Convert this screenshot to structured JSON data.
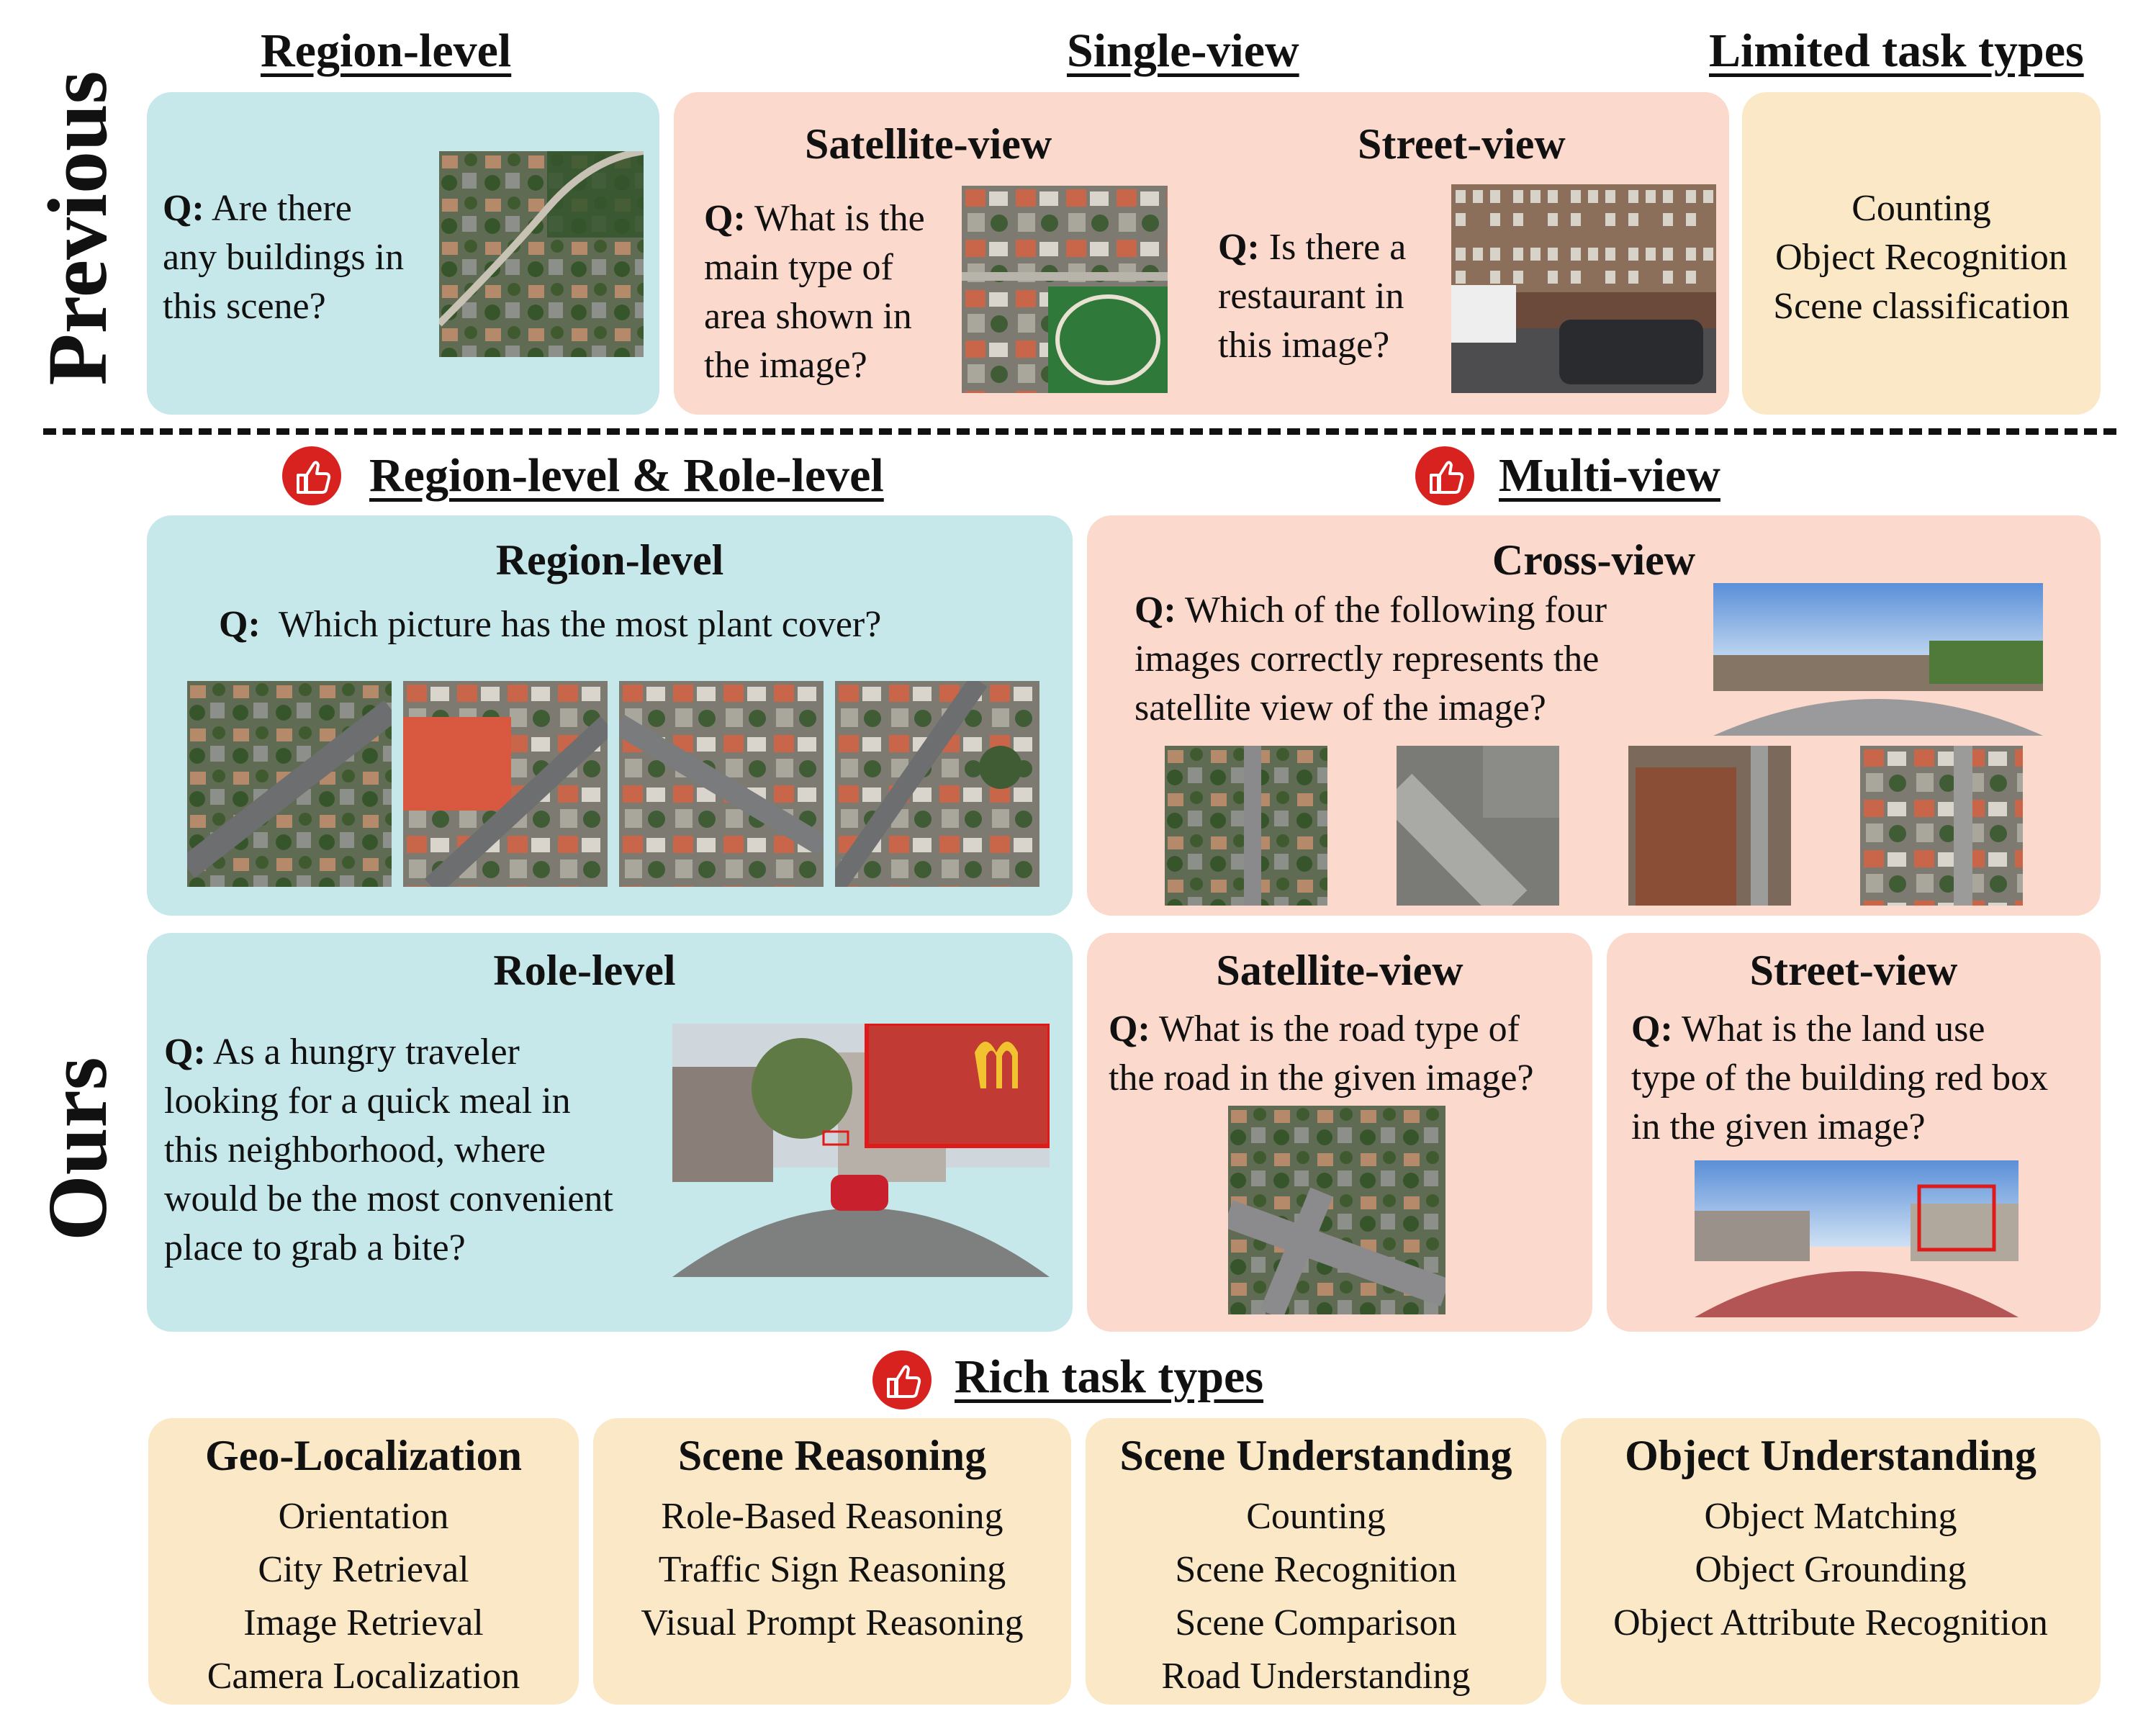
{
  "side_labels": {
    "previous": "Previous",
    "ours": "Ours"
  },
  "previous": {
    "headers": {
      "region_level": "Region-level",
      "single_view": "Single-view",
      "limited_tasks": "Limited task types"
    },
    "region_panel": {
      "q_prefix": "Q:",
      "question_lines": [
        "Are there",
        "any buildings in",
        "this scene?"
      ]
    },
    "satellite_panel": {
      "title": "Satellite-view",
      "q_prefix": "Q:",
      "question_lines": [
        "What is the",
        "main type of",
        "area shown in",
        "the image?"
      ]
    },
    "street_panel": {
      "title": "Street-view",
      "q_prefix": "Q:",
      "question_lines": [
        "Is there a",
        "restaurant in",
        "this image?"
      ]
    },
    "tasks": [
      "Counting",
      "Object Recognition",
      "Scene classification"
    ]
  },
  "ours": {
    "headers": {
      "region_role": "Region-level & Role-level",
      "multi_view": "Multi-view",
      "rich_tasks": "Rich task types"
    },
    "region_panel": {
      "title": "Region-level",
      "q_prefix": "Q:",
      "question": "Which picture has the most plant cover?"
    },
    "cross_panel": {
      "title": "Cross-view",
      "q_prefix": "Q:",
      "question_lines": [
        "Which of the following four",
        "images correctly represents the",
        "satellite view of the image?"
      ]
    },
    "role_panel": {
      "title": "Role-level",
      "q_prefix": "Q:",
      "question_lines": [
        "As a hungry traveler",
        "looking for a quick meal in",
        "this neighborhood, where",
        "would be the most convenient",
        "place to grab a bite?"
      ]
    },
    "satellite_panel": {
      "title": "Satellite-view",
      "q_prefix": "Q:",
      "question_lines": [
        "What is the road type of",
        "the road in the given image?"
      ]
    },
    "street_panel": {
      "title": "Street-view",
      "q_prefix": "Q:",
      "question_lines": [
        "What is the land use",
        "type of the building red box",
        "in the given image?"
      ]
    },
    "task_groups": [
      {
        "title": "Geo-Localization",
        "items": [
          "Orientation",
          "City Retrieval",
          "Image Retrieval",
          "Camera Localization"
        ]
      },
      {
        "title": "Scene Reasoning",
        "items": [
          "Role-Based Reasoning",
          "Traffic Sign Reasoning",
          "Visual Prompt Reasoning"
        ]
      },
      {
        "title": "Scene Understanding",
        "items": [
          "Counting",
          "Scene Recognition",
          "Scene Comparison",
          "Road Understanding"
        ]
      },
      {
        "title": "Object Understanding",
        "items": [
          "Object Matching",
          "Object Grounding",
          "Object Attribute Recognition"
        ]
      }
    ]
  },
  "colors": {
    "blue_panel": "#c6e8ea",
    "pink_panel": "#fbd9cc",
    "yellow_panel": "#fbe8c7",
    "thumb_icon": "#d8221f"
  },
  "icons": {
    "thumb": "thumbs-up-icon"
  }
}
